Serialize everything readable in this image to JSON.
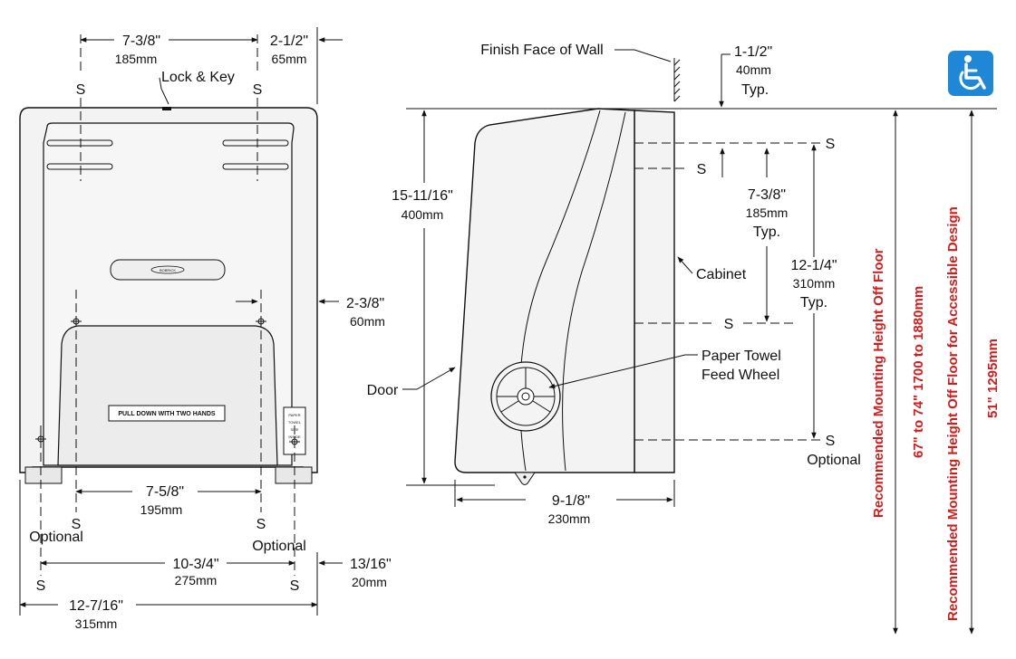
{
  "front_view": {
    "top_left_dim": {
      "inch": "7-3/8\"",
      "mm": "185mm"
    },
    "top_right_dim": {
      "inch": "2-1/2\"",
      "mm": "65mm"
    },
    "lock_label": "Lock & Key",
    "s_label": "S",
    "logo_text": "BOBRICK",
    "door_instruction": "PULL DOWN WITH TWO HANDS",
    "side_dim": {
      "inch": "2-3/8\"",
      "mm": "60mm"
    },
    "inner_bottom_dim": {
      "inch": "7-5/8\"",
      "mm": "195mm"
    },
    "optional_label": "Optional",
    "mid_bottom_dim": {
      "inch": "10-3/4\"",
      "mm": "275mm"
    },
    "bottom_right_dim": {
      "inch": "13/16\"",
      "mm": "20mm"
    },
    "overall_width_dim": {
      "inch": "12-7/16\"",
      "mm": "315mm"
    },
    "tag_lines": [
      "PAPER",
      "TOWEL",
      "SIZE",
      "INSIDE"
    ]
  },
  "side_view": {
    "wall_label": "Finish Face of Wall",
    "top_offset_dim": {
      "inch": "1-1/2\"",
      "mm": "40mm",
      "note": "Typ."
    },
    "height_dim": {
      "inch": "15-11/16\"",
      "mm": "400mm"
    },
    "s_label": "S",
    "upper_dim": {
      "inch": "7-3/8\"",
      "mm": "185mm",
      "note": "Typ."
    },
    "lower_dim": {
      "inch": "12-1/4\"",
      "mm": "310mm",
      "note": "Typ."
    },
    "cabinet_label": "Cabinet",
    "door_label": "Door",
    "feed_wheel_label": [
      "Paper Towel",
      "Feed Wheel"
    ],
    "optional_label": "Optional",
    "depth_dim": {
      "inch": "9-1/8\"",
      "mm": "230mm"
    }
  },
  "mounting": {
    "standard": "Recommended Mounting Height Off Floor",
    "standard_range": "67\" to 74\" 1700 to 1880mm",
    "accessible": "Recommended Mounting Height Off Floor for Accessible Design",
    "accessible_value": "51\" 1295mm"
  },
  "colors": {
    "accent_red": "#d31d1d",
    "accessibility_blue": "#1e88d6"
  },
  "icons": {
    "accessibility": "wheelchair-icon"
  }
}
